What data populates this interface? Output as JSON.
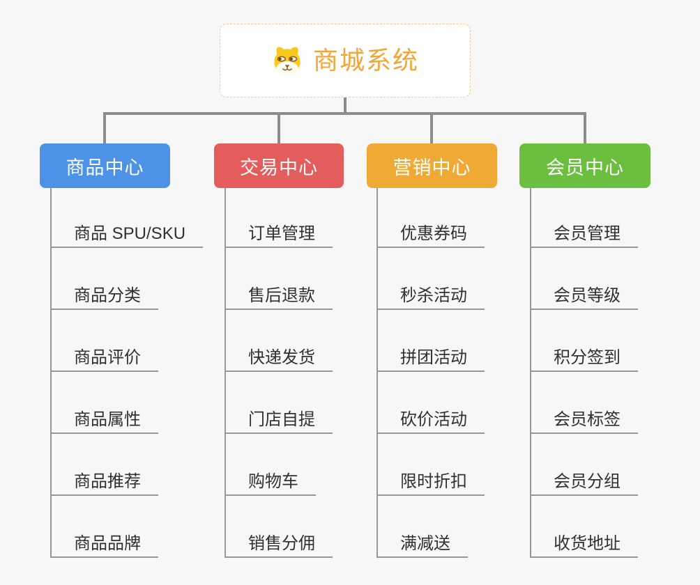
{
  "root": {
    "title": "商城系统",
    "icon": "dog-face-icon"
  },
  "branches": [
    {
      "label": "商品中心",
      "color": "#4c92e6",
      "children": [
        "商品 SPU/SKU",
        "商品分类",
        "商品评价",
        "商品属性",
        "商品推荐",
        "商品品牌"
      ]
    },
    {
      "label": "交易中心",
      "color": "#e55c5c",
      "children": [
        "订单管理",
        "售后退款",
        "快递发货",
        "门店自提",
        "购物车",
        "销售分佣"
      ]
    },
    {
      "label": "营销中心",
      "color": "#efa935",
      "children": [
        "优惠券码",
        "秒杀活动",
        "拼团活动",
        "砍价活动",
        "限时折扣",
        "满减送"
      ]
    },
    {
      "label": "会员中心",
      "color": "#6cbe3e",
      "children": [
        "会员管理",
        "会员等级",
        "积分签到",
        "会员标签",
        "会员分组",
        "收货地址"
      ]
    }
  ],
  "colors": {
    "background": "#f7f7f7",
    "connector": "#8c8c8c",
    "underline": "#979797",
    "root_border": "#f3c98f",
    "root_text": "#f2a637",
    "leaf_text": "#303030"
  }
}
